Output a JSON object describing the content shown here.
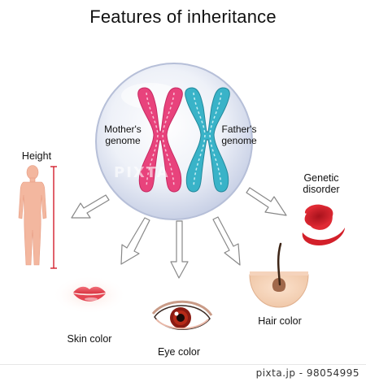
{
  "title": "Features of inheritance",
  "cell": {
    "mother_label_1": "Mother's",
    "mother_label_2": "genome",
    "father_label_1": "Father's",
    "father_label_2": "genome"
  },
  "traits": {
    "height": "Height",
    "genetic_1": "Genetic",
    "genetic_2": "disorder",
    "skin": "Skin color",
    "eye": "Eye color",
    "hair": "Hair color"
  },
  "watermark": "PIXTA",
  "footer": {
    "id_text": "pixta.jp - 98054995"
  },
  "colors": {
    "mother_chromosome": "#e8437c",
    "father_chromosome": "#39b3c8",
    "cell": "#e4e9f5",
    "body": "#f3b79f",
    "rbc": "#d3202a",
    "arrow_stroke": "#888888"
  }
}
